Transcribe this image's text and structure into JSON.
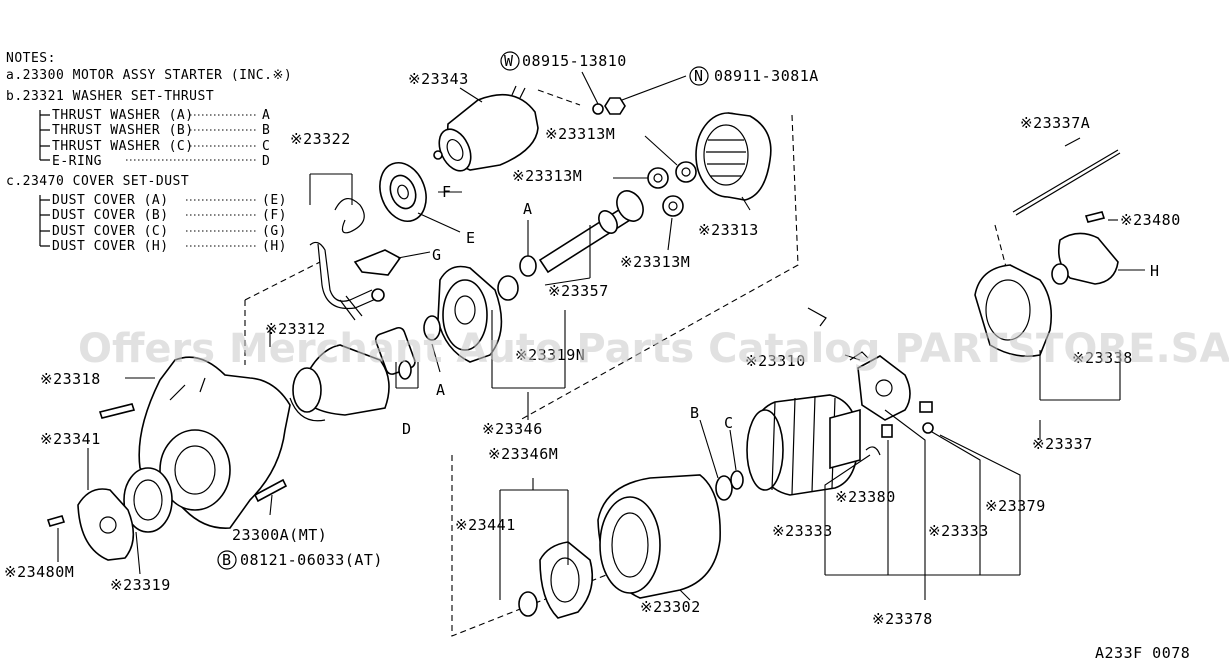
{
  "notes": {
    "header": "NOTES:",
    "a": "a.23300 MOTOR ASSY STARTER (INC.※)",
    "b": "b.23321 WASHER SET-THRUST",
    "b_items": [
      {
        "name": "THRUST WASHER (A)",
        "code": "A"
      },
      {
        "name": "THRUST WASHER (B)",
        "code": "B"
      },
      {
        "name": "THRUST WASHER (C)",
        "code": "C"
      },
      {
        "name": "E-RING",
        "code": "D"
      }
    ],
    "c": "c.23470 COVER SET-DUST",
    "c_items": [
      {
        "name": "DUST COVER (A)",
        "code": "(E)"
      },
      {
        "name": "DUST COVER (B)",
        "code": "(F)"
      },
      {
        "name": "DUST COVER (C)",
        "code": "(G)"
      },
      {
        "name": "DUST COVER (H)",
        "code": "(H)"
      }
    ]
  },
  "labels": {
    "p23343": "※23343",
    "p08915": "08915-13810",
    "w_mark": "W",
    "p08911": "08911-3081A",
    "n_mark": "N",
    "p23322": "※23322",
    "p23313M_a": "※23313M",
    "p23313M_b": "※23313M",
    "p23313M_c": "※23313M",
    "p23313": "※23313",
    "F": "F",
    "E": "E",
    "G": "G",
    "A1": "A",
    "A2": "A",
    "p23357": "※23357",
    "p23337A": "※23337A",
    "p23480": "※23480",
    "H": "H",
    "p23312": "※23312",
    "p23319N": "※23319N",
    "p23310": "※23310",
    "p23338": "※23338",
    "p23318": "※23318",
    "D": "D",
    "B": "B",
    "C": "C",
    "p23346": "※23346",
    "p23337": "※23337",
    "p23341": "※23341",
    "p23346M": "※23346M",
    "p23380": "※23380",
    "p23379": "※23379",
    "p23441": "※23441",
    "p23333_a": "※23333",
    "p23333_b": "※23333",
    "p23300A": "23300A(MT)",
    "p08121": "08121-06033(AT)",
    "b_mark": "B",
    "p23480M": "※23480M",
    "p23319": "※23319",
    "p23302": "※23302",
    "p23378": "※23378"
  },
  "watermark": "Offers Merchant Auto Parts Catalog PARTSTORE.SA",
  "diagram_code": "A233F 0078"
}
